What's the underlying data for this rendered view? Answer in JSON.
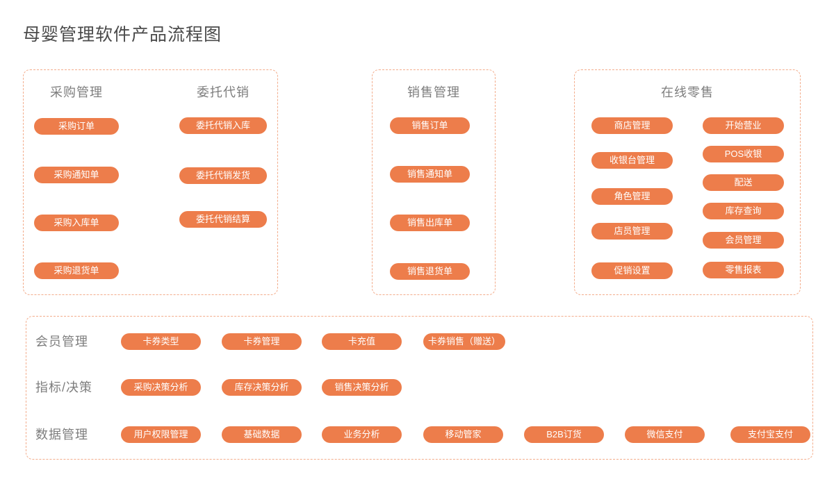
{
  "title": "母婴管理软件产品流程图",
  "colors": {
    "accent": "#ED7D4B",
    "panel_border": "#F3AC8B",
    "header_text": "#7E7E7E",
    "title_text": "#4B4B4B",
    "pill_text": "#FFFFFF"
  },
  "panels": {
    "purchase_consignment": {
      "purchase_header": "采购管理",
      "consignment_header": "委托代销",
      "purchase_pills": [
        "采购订单",
        "采购通知单",
        "采购入库单",
        "采购退货单"
      ],
      "consignment_pills": [
        "委托代销入库",
        "委托代销发货",
        "委托代销结算"
      ]
    },
    "sales": {
      "header": "销售管理",
      "pills": [
        "销售订单",
        "销售通知单",
        "销售出库单",
        "销售退货单"
      ]
    },
    "online_retail": {
      "header": "在线零售",
      "left_pills": [
        "商店管理",
        "收银台管理",
        "角色管理",
        "店员管理",
        "促销设置"
      ],
      "right_pills": [
        "开始营业",
        "POS收银",
        "配送",
        "库存查询",
        "会员管理",
        "零售报表"
      ]
    },
    "bottom": {
      "rows": [
        {
          "label": "会员管理",
          "pills": [
            "卡券类型",
            "卡券管理",
            "卡充值",
            "卡券销售（赠送）"
          ]
        },
        {
          "label": "指标/决策",
          "pills": [
            "采购决策分析",
            "库存决策分析",
            "销售决策分析"
          ]
        },
        {
          "label": "数据管理",
          "pills": [
            "用户权限管理",
            "基础数据",
            "业务分析",
            "移动管家",
            "B2B订货",
            "微信支付",
            "支付宝支付"
          ]
        }
      ]
    }
  }
}
